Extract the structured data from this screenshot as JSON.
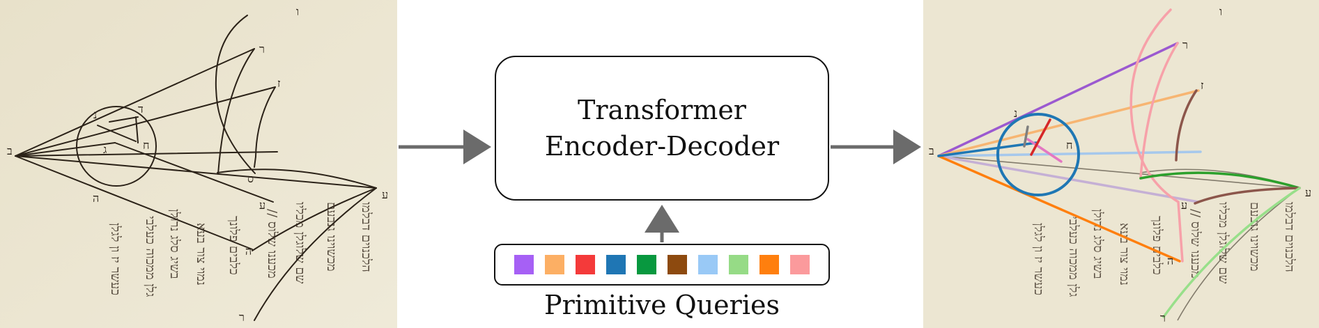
{
  "encoder": {
    "line1": "Transformer",
    "line2": "Encoder-Decoder"
  },
  "queries": {
    "label": "Primitive Queries",
    "colors": [
      "#a660f5",
      "#fcaf64",
      "#f43a3a",
      "#1f76b4",
      "#08983f",
      "#8d4a0f",
      "#99c9f6",
      "#96db86",
      "#ff7f0e",
      "#fb9a9c"
    ]
  },
  "panel_colors": {
    "parchment": "#ece6d2",
    "ink": "#2b2218"
  },
  "primitive_colors": {
    "purple": "#9b59d0",
    "light_orange": "#f7b572",
    "red": "#d62728",
    "blue": "#1f77b4",
    "green": "#2ca02c",
    "brown": "#8c564b",
    "light_blue": "#a6c8ec",
    "light_green": "#98df8a",
    "orange": "#ff7f0e",
    "pink": "#f7a1a9",
    "gray": "#7f7f7f",
    "magenta": "#e377c2",
    "lavender": "#c5b0d5"
  }
}
